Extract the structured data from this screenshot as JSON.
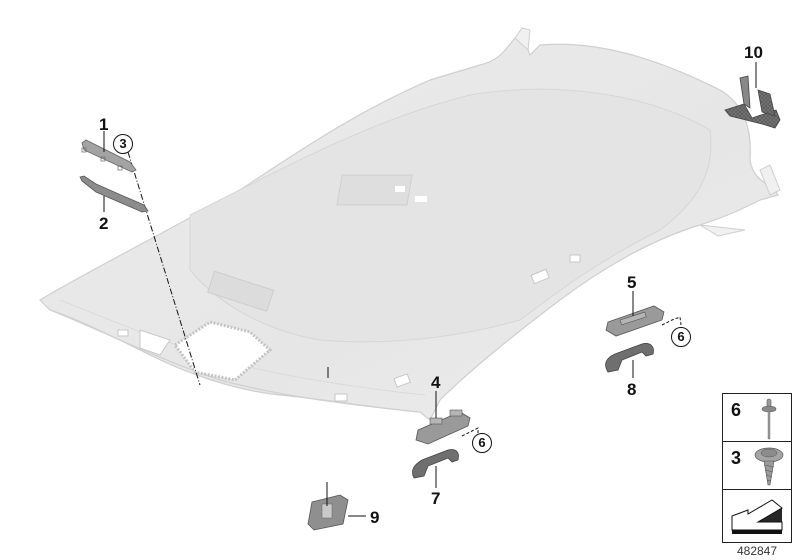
{
  "diagram": {
    "title": "Headliner with interior fittings (exploded parts diagram)",
    "reference_number": "482847",
    "main_part": "roof-headliner",
    "callouts": [
      {
        "id": "1",
        "label": "1",
        "part": "trim-strip-upper"
      },
      {
        "id": "2",
        "label": "2",
        "part": "trim-strip-lower"
      },
      {
        "id": "3",
        "label": "3",
        "part": "screw",
        "circled": true
      },
      {
        "id": "4",
        "label": "4",
        "part": "grab-handle-bracket-front"
      },
      {
        "id": "5",
        "label": "5",
        "part": "grab-handle-bracket-rear"
      },
      {
        "id": "6a",
        "label": "6",
        "part": "rivet",
        "circled": true
      },
      {
        "id": "6b",
        "label": "6",
        "part": "rivet",
        "circled": true
      },
      {
        "id": "7",
        "label": "7",
        "part": "grab-handle-front"
      },
      {
        "id": "8",
        "label": "8",
        "part": "grab-handle-rear"
      },
      {
        "id": "9",
        "label": "9",
        "part": "interior-light"
      },
      {
        "id": "10",
        "label": "10",
        "part": "rear-bracket"
      }
    ],
    "legend": [
      {
        "label": "6",
        "part": "rivet"
      },
      {
        "label": "3",
        "part": "screw"
      },
      {
        "label": "",
        "part": "orientation-arrow"
      }
    ]
  },
  "colors": {
    "headliner_fill": "#e9e9e9",
    "headliner_edge": "#d2d2d2",
    "part_dark": "#6e6e6e",
    "part_mid": "#8a8a8a",
    "text": "#111111"
  }
}
